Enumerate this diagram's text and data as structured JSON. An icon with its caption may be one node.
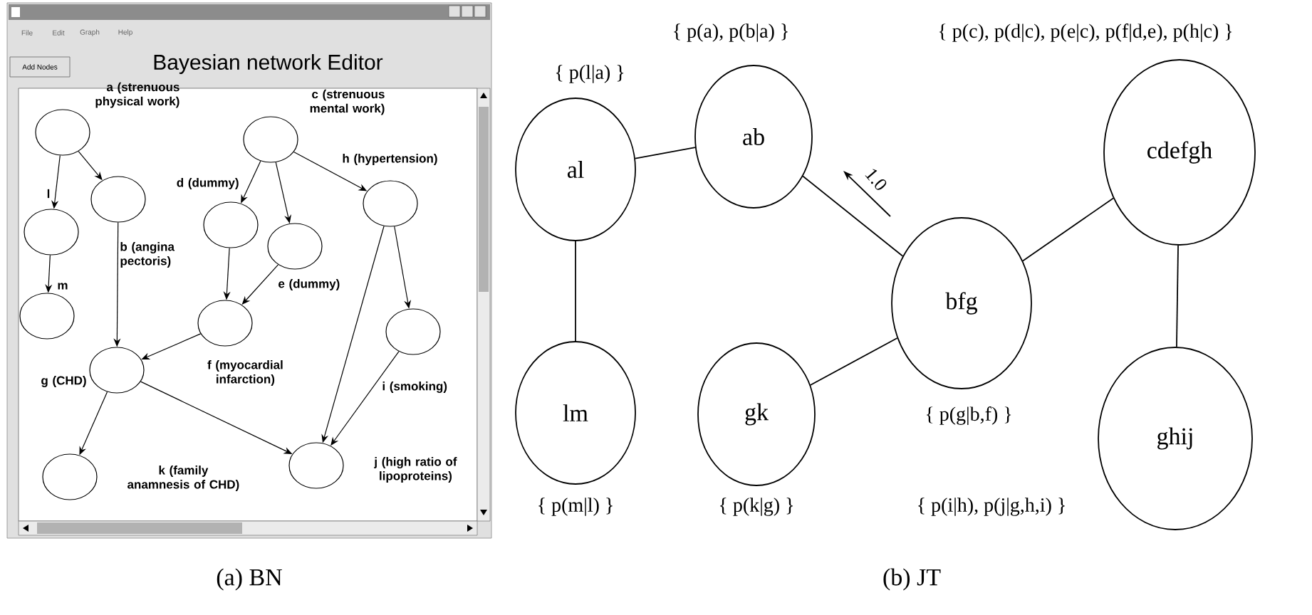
{
  "diagram": {
    "nodes": [
      {
        "text": [
          "a (strenuous physical work)"
        ]
      },
      {
        "text": [
          "l"
        ]
      },
      {
        "text": [
          "b (angina pectoris)"
        ]
      },
      {
        "text": [
          "m"
        ]
      },
      {
        "text": [
          "c (strenuous mental work)"
        ]
      },
      {
        "text": [
          "d (dummy)"
        ]
      },
      {
        "text": [
          "e (dummy)"
        ]
      },
      {
        "text": [
          "h (hypertension)"
        ]
      },
      {
        "text": [
          "f (myocardial infarction)"
        ]
      },
      {
        "text": [
          "i (smoking)"
        ]
      },
      {
        "text": [
          "g (CHD)"
        ]
      },
      {
        "text": [
          "k (family anamnesis of CHD)"
        ]
      },
      {
        "text": [
          "j (high ratio of lipoproteins)"
        ]
      },
      {
        "text": [
          "al"
        ],
        "beside": [
          "{ p(l|a) }"
        ]
      },
      {
        "text": [
          "ab"
        ],
        "beside": [
          "{ p(a), p(b|a) }"
        ]
      },
      {
        "text": [
          "cdefgh"
        ],
        "beside": [
          "{ p(c), p(d|c), p(e|c), p(f|d,e), p(h|c) }"
        ]
      },
      {
        "text": [
          "lm"
        ],
        "beside": [
          "{ p(m|l) }"
        ]
      },
      {
        "text": [
          "gk"
        ],
        "beside": [
          "{ p(k|g) }"
        ]
      },
      {
        "text": [
          "bfg"
        ],
        "beside": [
          "{ p(g|b,f) }"
        ]
      },
      {
        "text": [
          "ghij"
        ],
        "beside": [
          "{ p(i|h), p(j|g,h,i) }"
        ]
      }
    ],
    "edges": [
      {
        "from": 0,
        "to": 1,
        "arrow": "to"
      },
      {
        "from": 0,
        "to": 2,
        "arrow": "to"
      },
      {
        "from": 1,
        "to": 3,
        "arrow": "to"
      },
      {
        "from": 2,
        "to": 10,
        "arrow": "to"
      },
      {
        "from": 4,
        "to": 5,
        "arrow": "to"
      },
      {
        "from": 4,
        "to": 6,
        "arrow": "to"
      },
      {
        "from": 4,
        "to": 7,
        "arrow": "to"
      },
      {
        "from": 5,
        "to": 8,
        "arrow": "to"
      },
      {
        "from": 6,
        "to": 8,
        "arrow": "to"
      },
      {
        "from": 8,
        "to": 10,
        "arrow": "to"
      },
      {
        "from": 7,
        "to": 9,
        "arrow": "to"
      },
      {
        "from": 7,
        "to": 12,
        "arrow": "to"
      },
      {
        "from": 9,
        "to": 12,
        "arrow": "to"
      },
      {
        "from": 10,
        "to": 11,
        "arrow": "to"
      },
      {
        "from": 10,
        "to": 12,
        "arrow": "to"
      },
      {
        "from": 13,
        "to": 14,
        "arrow": "none"
      },
      {
        "from": 13,
        "to": 16,
        "arrow": "none"
      },
      {
        "from": 14,
        "to": 18,
        "arrow": "none"
      },
      {
        "from": 18,
        "to": 17,
        "arrow": "none"
      },
      {
        "from": 18,
        "to": 15,
        "arrow": "none"
      },
      {
        "from": 15,
        "to": 19,
        "arrow": "none"
      }
    ],
    "labels": [
      "File",
      "Edit",
      "Graph",
      "Help",
      "Add Nodes",
      "Bayesian network Editor",
      "1.0",
      "(a) BN",
      "(b) JT"
    ]
  }
}
